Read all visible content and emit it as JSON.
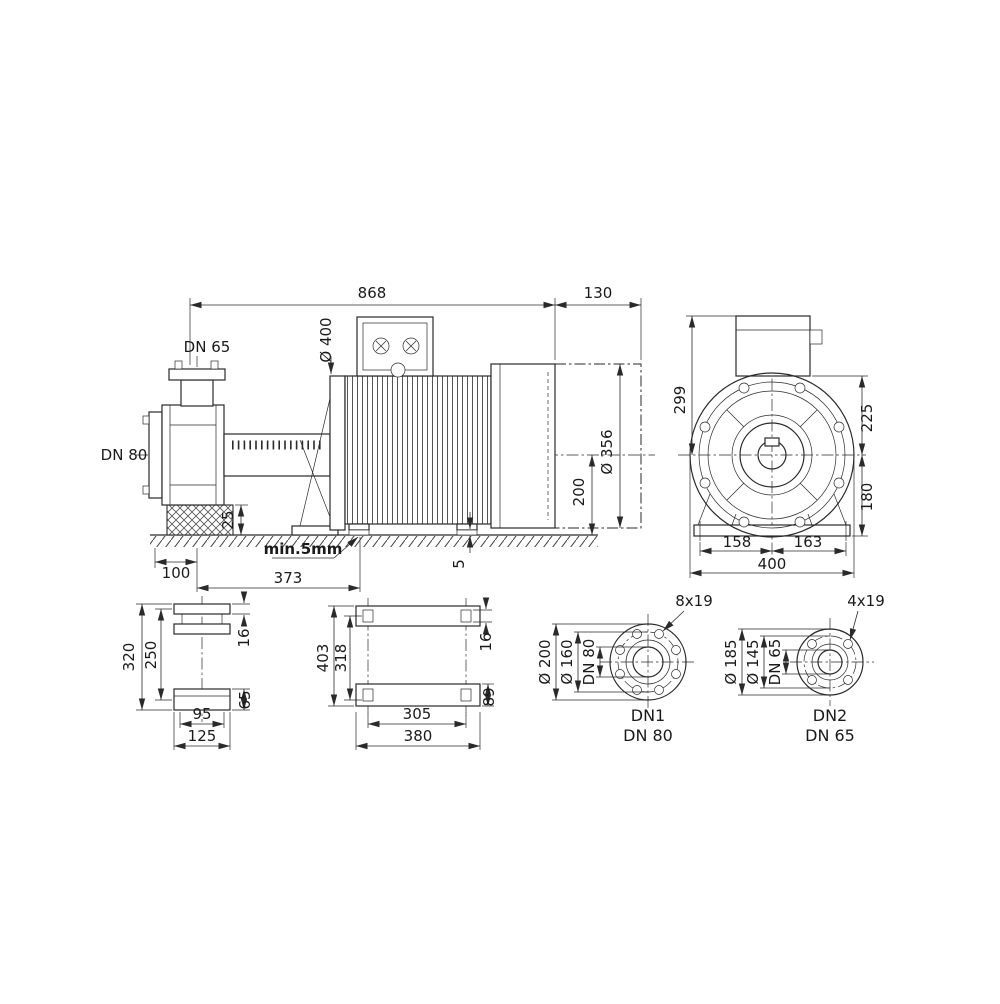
{
  "side_view": {
    "dn_top": "DN 65",
    "dn_left": "DN 80",
    "total_length": "868",
    "removal_space": "130",
    "flange_dia": "Ø 400",
    "motor_dia": "Ø 356",
    "shaft_height": "200",
    "pedestal_height": "25",
    "offset_100": "100",
    "offset_373": "373",
    "min_gap": "min.5mm",
    "shim": "5"
  },
  "front_view": {
    "height_top": "299",
    "height_upper": "225",
    "height_lower": "180",
    "foot_left": "158",
    "foot_right": "163",
    "width_total": "400"
  },
  "foot_view": {
    "height_total": "320",
    "hole_spacing": "250",
    "plate_thickness": "16",
    "foot_height": "65",
    "hole_width": "95",
    "foot_width": "125"
  },
  "plate_view": {
    "length_total": "403",
    "hole_spacing_length": "318",
    "slot": "16",
    "rail_height": "89",
    "hole_spacing_width": "305",
    "width_total": "380"
  },
  "flange_dn1": {
    "holes": "8x19",
    "outer_dia": "Ø 200",
    "bolt_circle": "Ø 160",
    "bore": "DN 80",
    "label": "DN1",
    "size": "DN 80"
  },
  "flange_dn2": {
    "holes": "4x19",
    "outer_dia": "Ø 185",
    "bolt_circle": "Ø 145",
    "bore": "DN 65",
    "label": "DN2",
    "size": "DN 65"
  }
}
